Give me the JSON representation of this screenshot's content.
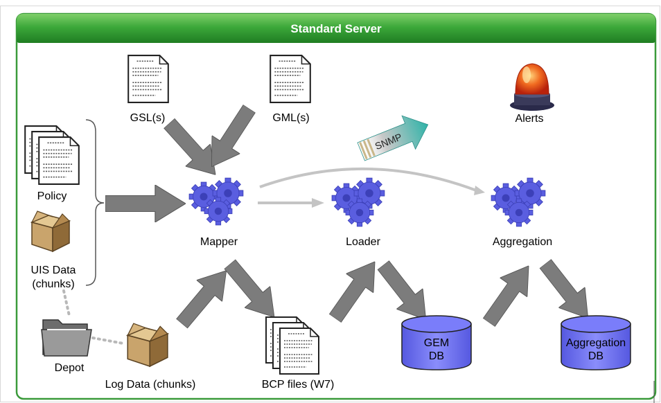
{
  "diagram": {
    "title": "Standard Server",
    "labels": {
      "gsl": "GSL(s)",
      "gml": "GML(s)",
      "policy": "Policy",
      "uis_data_line1": "UIS Data",
      "uis_data_line2": "(chunks)",
      "depot": "Depot",
      "log_data": "Log Data (chunks)",
      "mapper": "Mapper",
      "loader": "Loader",
      "aggregation": "Aggregation",
      "alerts": "Alerts",
      "snmp": "SNMP",
      "bcp_files": "BCP files (W7)",
      "gem_db_line1": "GEM",
      "gem_db_line2": "DB",
      "agg_db_line1": "Aggregation",
      "agg_db_line2": "DB"
    }
  },
  "colors": {
    "header_green": "#2e9a2e",
    "border_green": "#3a9a3a",
    "gear_blue": "#5a5ee0",
    "db_blue": "#6f73f2",
    "arrow_gray": "#7c7c7c",
    "snmp_teal": "#3aaeaa",
    "alert_red": "#e8401a"
  },
  "icons": [
    "document-icon",
    "box-icon",
    "folder-icon",
    "gear-icon",
    "database-icon",
    "alarm-light-icon"
  ]
}
